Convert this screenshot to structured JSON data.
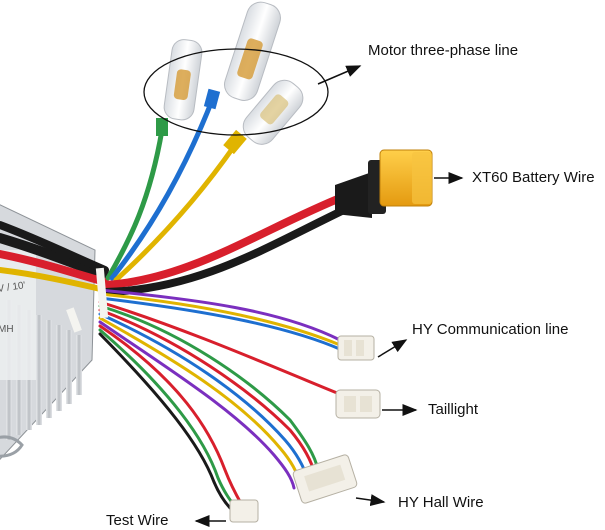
{
  "labels": {
    "motor": "Motor three-phase line",
    "battery": "XT60 Battery Wire",
    "communication": "HY Communication line",
    "taillight": "Taillight",
    "hall": "HY Hall Wire",
    "test": "Test Wire"
  },
  "controller_marks": [
    "V / 10'",
    "MH"
  ],
  "colors": {
    "wire_red": "#d81f2c",
    "wire_black": "#1a1a1a",
    "wire_green": "#2e9a47",
    "wire_blue": "#1e6fd0",
    "wire_yellow": "#e0b400",
    "xt60_yellow": "#f2b117",
    "heatsink": "#c9ccd0",
    "connector_white": "#f3f0e8"
  }
}
